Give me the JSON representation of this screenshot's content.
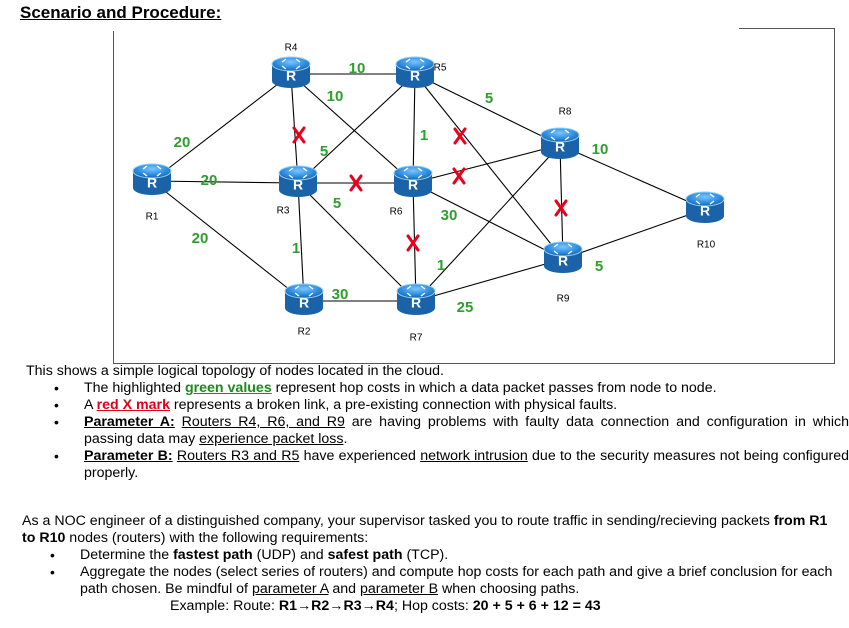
{
  "heading": "Scenario and Procedure:",
  "diagram": {
    "routers": [
      {
        "id": "R1",
        "label": "R1"
      },
      {
        "id": "R2",
        "label": "R2"
      },
      {
        "id": "R3",
        "label": "R3"
      },
      {
        "id": "R4",
        "label": "R4"
      },
      {
        "id": "R5",
        "label": "R5"
      },
      {
        "id": "R6",
        "label": "R6"
      },
      {
        "id": "R7",
        "label": "R7"
      },
      {
        "id": "R8",
        "label": "R8"
      },
      {
        "id": "R9",
        "label": "R9"
      },
      {
        "id": "R10",
        "label": "R10"
      }
    ],
    "links": [
      {
        "from": "R1",
        "to": "R4",
        "cost": "20"
      },
      {
        "from": "R1",
        "to": "R3",
        "cost": "20"
      },
      {
        "from": "R1",
        "to": "R2",
        "cost": "20"
      },
      {
        "from": "R4",
        "to": "R5",
        "cost": "10"
      },
      {
        "from": "R4",
        "to": "R6",
        "cost": "10"
      },
      {
        "from": "R4",
        "to": "R3",
        "cost": "",
        "broken": true
      },
      {
        "from": "R5",
        "to": "R3",
        "cost": "5"
      },
      {
        "from": "R5",
        "to": "R6",
        "cost": "1"
      },
      {
        "from": "R5",
        "to": "R8",
        "cost": "5"
      },
      {
        "from": "R5",
        "to": "R9",
        "cost": "",
        "broken": true
      },
      {
        "from": "R3",
        "to": "R6",
        "cost": "",
        "broken": true
      },
      {
        "from": "R3",
        "to": "R7",
        "cost": "5"
      },
      {
        "from": "R3",
        "to": "R2",
        "cost": "1"
      },
      {
        "from": "R6",
        "to": "R8",
        "cost": "",
        "broken": true
      },
      {
        "from": "R6",
        "to": "R9",
        "cost": "30"
      },
      {
        "from": "R6",
        "to": "R7",
        "cost": "",
        "broken": true
      },
      {
        "from": "R2",
        "to": "R7",
        "cost": "30"
      },
      {
        "from": "R7",
        "to": "R9",
        "cost": "1"
      },
      {
        "from": "R7",
        "to": "R8",
        "cost": "25"
      },
      {
        "from": "R8",
        "to": "R9",
        "cost": "",
        "broken": true
      },
      {
        "from": "R8",
        "to": "R10",
        "cost": "10"
      },
      {
        "from": "R9",
        "to": "R10",
        "cost": "5"
      }
    ],
    "colors": {
      "cost": "#2e9e2e",
      "broken": "#e8001c",
      "router": "#2f8fe0",
      "router_dark": "#1a63a8"
    },
    "icon_glyph": "R"
  },
  "intro": "This shows a simple logical topology of nodes located in the cloud.",
  "bullets": {
    "b1_prefix": "The highlighted ",
    "b1_highlight": "green values",
    "b1_rest": " represent hop costs in which a data packet passes from node to node.",
    "b2_prefix": "A ",
    "b2_highlight": "red X mark",
    "b2_rest": " represents a broken link, a pre-existing connection with physical faults.",
    "b3_label": "Parameter A:",
    "b3_link": "Routers R4, R6, and R9",
    "b3_mid": " are having problems with faulty data connection and configuration in which passing data may ",
    "b3_tail": "experience packet loss",
    "b3_end": ".",
    "b4_label": "Parameter B:",
    "b4_link": "Routers R3 and R5",
    "b4_mid": " have experienced ",
    "b4_tail": "network intrusion",
    "b4_end": " due to the security measures not being configured properly."
  },
  "task": {
    "line1a": "As a NOC engineer of a distinguished company, your supervisor tasked you to route traffic in sending/recieving packets ",
    "line1b": "from R1 to R10",
    "line1c": " nodes (routers) with the following requirements:",
    "req1a": "Determine the ",
    "req1b": "fastest path",
    "req1c": " (UDP) and ",
    "req1d": "safest path",
    "req1e": " (TCP).",
    "req2a": "Aggregate the nodes (select series of routers) and compute hop costs for each path and give a brief conclusion for each path chosen. Be mindful of ",
    "req2b": "parameter A",
    "req2c": " and ",
    "req2d": "parameter B",
    "req2e": " when choosing paths.",
    "example_a": "Example: Route: ",
    "example_b": "R1→R2→R3→R4",
    "example_c": "; Hop costs: ",
    "example_d": "20 + 5 + 6 + 12 = 43"
  }
}
